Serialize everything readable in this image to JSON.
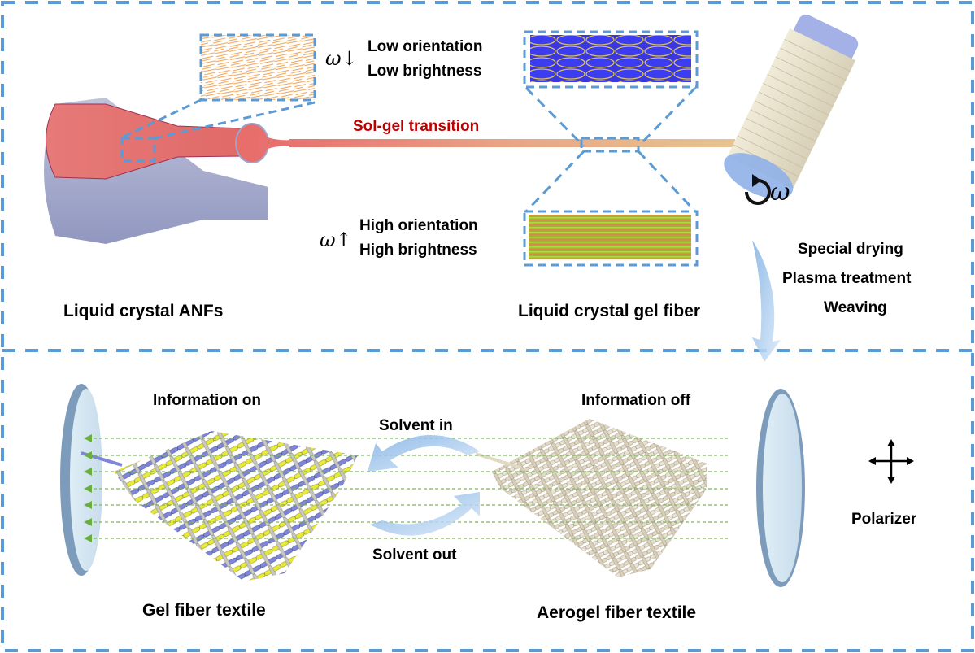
{
  "top_panel": {
    "transition_label": "Sol-gel transition",
    "low": {
      "symbol": "ω↓",
      "line1": "Low orientation",
      "line2": "Low brightness"
    },
    "high": {
      "symbol": "ω↑",
      "line1": "High orientation",
      "line2": "High brightness"
    },
    "rotation_symbol": "ω",
    "label_anfs": "Liquid crystal ANFs",
    "label_gel_fiber": "Liquid crystal gel fiber",
    "process_steps": [
      "Special drying",
      "Plasma treatment",
      "Weaving"
    ]
  },
  "bottom_panel": {
    "info_on": "Information on",
    "info_off": "Information off",
    "solvent_in": "Solvent in",
    "solvent_out": "Solvent out",
    "label_gel_textile": "Gel fiber textile",
    "label_aerogel_textile": "Aerogel fiber textile",
    "polarizer_label": "Polarizer"
  },
  "colors": {
    "dash_border": "#5b9bd5",
    "fiber_red": "#e8716f",
    "fiber_tan": "#e6c08a",
    "transition_text": "#c00000",
    "textile_blue": "#7f86d6",
    "textile_yellow": "#e8ea3a",
    "textile_beige": "#e4dccb",
    "light_ray": "#6aaf3d",
    "curved_arrow": "#a8c8ea"
  }
}
